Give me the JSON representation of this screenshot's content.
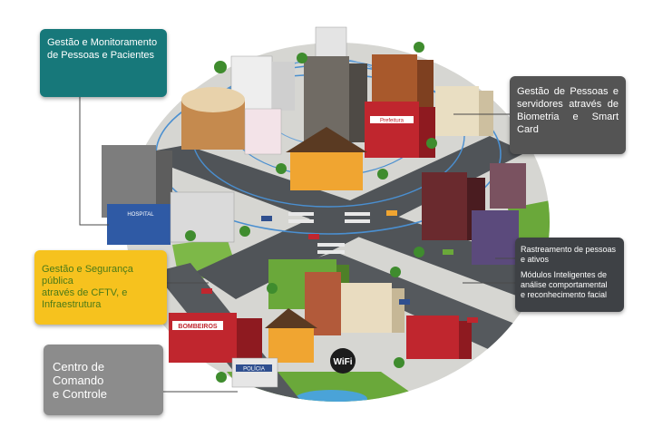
{
  "boxes": {
    "teal": {
      "text": "Gestão e Monitoramento\nde Pessoas e Pacientes",
      "color": "#17787a"
    },
    "top_right": {
      "text": "Gestão de Pessoas e servidores através de Biometria e Smart Card",
      "color": "#545454"
    },
    "yellow": {
      "text": "Gestão e Segurança pública\natravés de CFTV, e\nInfraestrutura",
      "color": "#f6c21e"
    },
    "mid_right": {
      "line1": "Rastreamento de pessoas\ne ativos",
      "line2": "Módulos Inteligentes de\nanálise comportamental\ne reconhecimento facial",
      "color": "#3e4145"
    },
    "bottom_left": {
      "text": "Centro de Comando\ne Controle",
      "color": "#8c8c8c"
    }
  },
  "signs": {
    "hospital": "HOSPITAL",
    "prefeitura": "Prefeitura",
    "bombeiros": "BOMBEIROS",
    "policia": "POLÍCIA",
    "wifi": "WiFi"
  },
  "palette": {
    "ground": "#d6d6d2",
    "road": "#505458",
    "grass": "#6aa83a",
    "water": "#4aa3d8",
    "ring": "#4a8fd0"
  }
}
